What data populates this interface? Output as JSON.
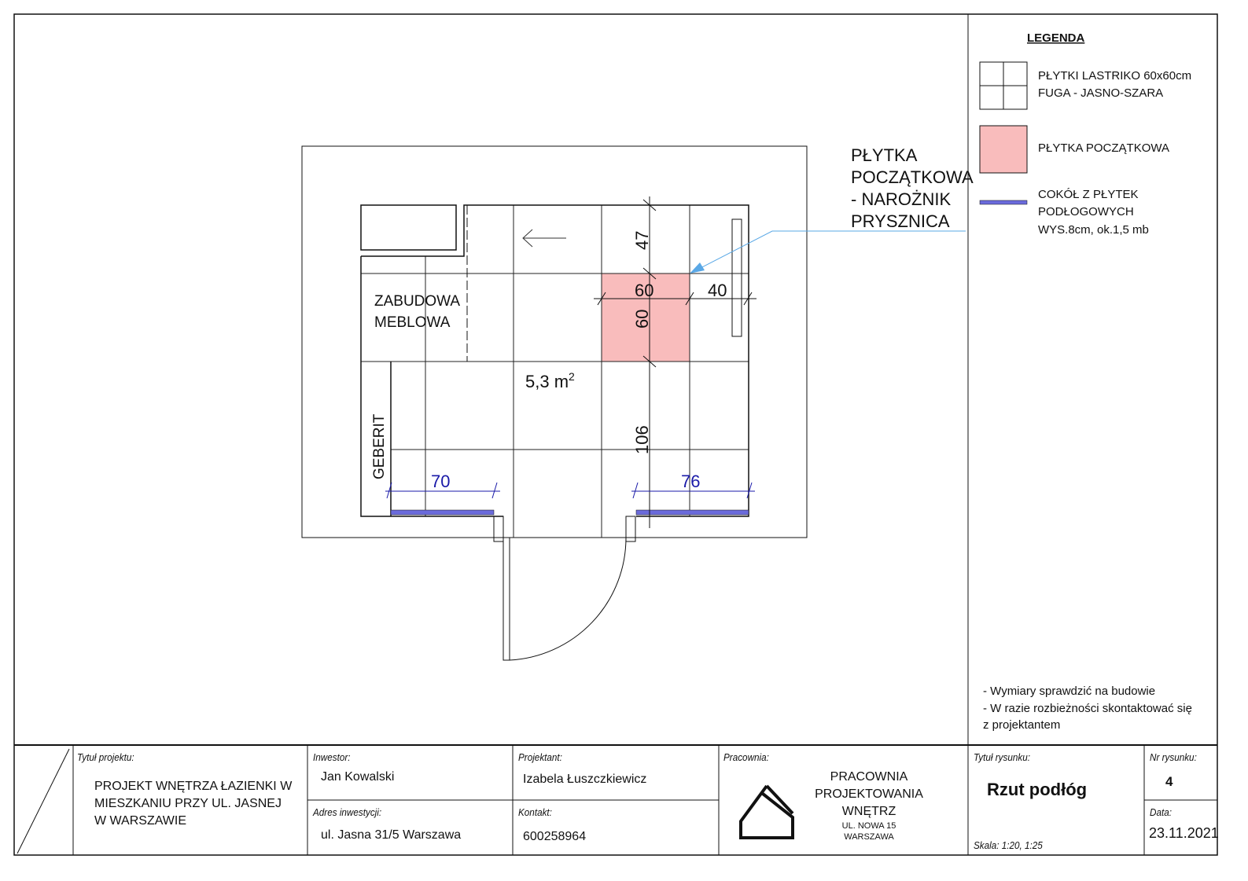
{
  "plan": {
    "callout": [
      "PŁYTKA",
      "POCZĄTKOWA",
      "- NAROŻNIK",
      "PRYSZNICA"
    ],
    "zabudowa": [
      "ZABUDOWA",
      "MEBLOWA"
    ],
    "area": "5,3 m",
    "area_sup": "2",
    "geberit": "GEBERIT",
    "dims": {
      "d47": "47",
      "d60h": "60",
      "d60v": "60",
      "d40": "40",
      "d106": "106",
      "d70": "70",
      "d76": "76"
    },
    "colors": {
      "start_tile": "#f9bcbc",
      "baseboard": "#6b6bdc",
      "dim_blue": "#1a1aa8",
      "leader": "#5aa8e6"
    }
  },
  "legend": {
    "title": "LEGENDA",
    "items": [
      {
        "lines": [
          "PŁYTKI LASTRIKO 60x60cm",
          "FUGA - JASNO-SZARA"
        ]
      },
      {
        "lines": [
          "PŁYTKA POCZĄTKOWA"
        ]
      },
      {
        "lines": [
          "COKÓŁ Z PŁYTEK",
          "PODŁOGOWYCH",
          "WYS.8cm, ok.1,5 mb"
        ]
      }
    ],
    "notes": [
      "- Wymiary sprawdzić na budowie",
      "- W razie rozbieżności skontaktować się",
      "z projektantem"
    ]
  },
  "titleblock": {
    "project_label": "Tytuł projektu:",
    "project": [
      "PROJEKT WNĘTRZA ŁAZIENKI W",
      "MIESZKANIU PRZY UL. JASNEJ",
      "W WARSZAWIE"
    ],
    "investor_label": "Inwestor:",
    "investor": "Jan Kowalski",
    "address_label": "Adres inwestycji:",
    "address": "ul. Jasna 31/5 Warszawa",
    "designer_label": "Projektant:",
    "designer": "Izabela Łuszczkiewicz",
    "contact_label": "Kontakt:",
    "contact": "600258964",
    "studio_label": "Pracownia:",
    "studio": [
      "PRACOWNIA",
      "PROJEKTOWANIA",
      "WNĘTRZ"
    ],
    "studio_addr": [
      "UL. NOWA 15",
      "WARSZAWA"
    ],
    "drawing_title_label": "Tytuł rysunku:",
    "drawing_title": "Rzut podłóg",
    "scale": "Skala:  1:20, 1:25",
    "number_label": "Nr rysunku:",
    "number": "4",
    "date_label": "Data:",
    "date": "23.11.2021"
  }
}
